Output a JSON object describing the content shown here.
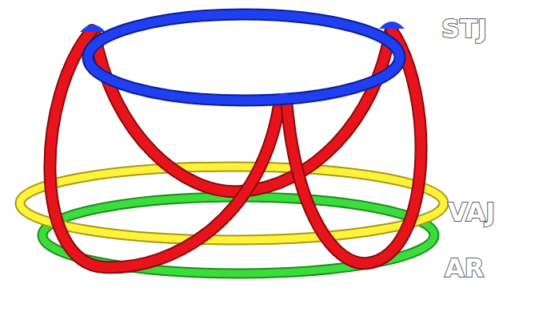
{
  "diagram": {
    "labels": [
      "STJ",
      "VAJ",
      "AR"
    ]
  }
}
